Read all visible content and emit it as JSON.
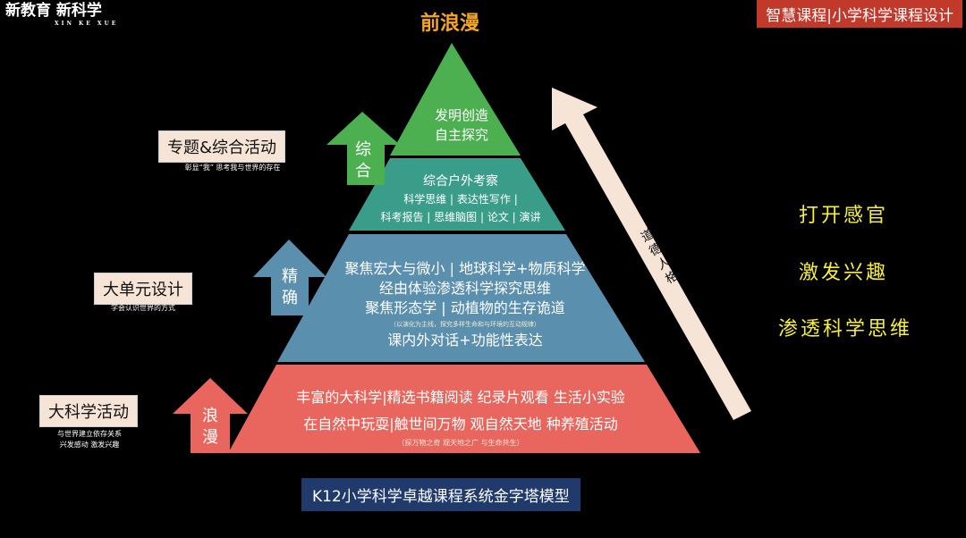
{
  "logo": {
    "text": "新教育 新科学",
    "sub": "XIN KE XUE"
  },
  "badge": "智慧课程|小学科学课程设计",
  "title": "前浪漫",
  "left_labels": [
    {
      "label": "专题&综合活动",
      "sub": "彰显“我” 思考我与世界的存在"
    },
    {
      "label": "大单元设计",
      "sub": "学会认识世界的方式"
    },
    {
      "label": "大科学活动",
      "sub1": "与世界建立依存关系",
      "sub2": "兴发感动 激发兴趣"
    }
  ],
  "arrows": [
    {
      "top": "综",
      "bottom": "合"
    },
    {
      "top": "精",
      "bottom": "确"
    },
    {
      "top": "浪",
      "bottom": "漫"
    }
  ],
  "layers": {
    "top": [
      "发明创造",
      "自主探究"
    ],
    "second": [
      "综合户外考察",
      "科学思维 | 表达性写作 |",
      "科考报告 | 思维脑图 | 论文 | 演讲"
    ],
    "third": [
      "聚焦宏大与微小 | 地球科学+物质科学",
      "经由体验渗透科学探究思维",
      "聚焦形态学 | 动植物的生存诡道",
      "（以演化为主线，探究多样生命和与环境的互动规律）",
      "课内外对话+功能性表达"
    ],
    "base": [
      "丰富的大科学|精选书籍阅读  纪录片观看  生活小实验",
      "在自然中玩耍|触世间万物  观自然天地  种养殖活动",
      "（探万物之奇   观天地之广   与生命共生）"
    ]
  },
  "diagonal_arrow": "道德人格",
  "right_texts": [
    "打开感官",
    "激发兴趣",
    "渗透科学思维"
  ],
  "bottom_title": "K12小学科学卓越课程系统金字塔模型",
  "colors": {
    "green": "#4caf50",
    "teal": "#3a9d8a",
    "blue": "#5b8fae",
    "red": "#e8665d"
  }
}
